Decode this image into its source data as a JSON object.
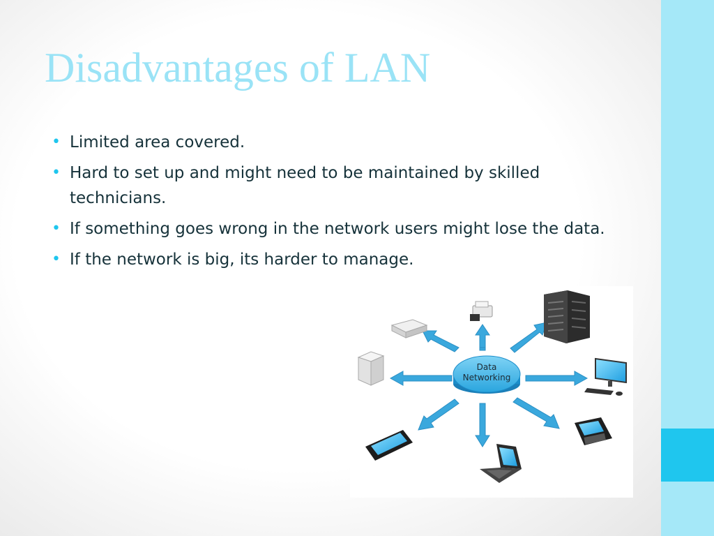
{
  "slide": {
    "title": "Disadvantages of LAN",
    "bullets": [
      "Limited area covered.",
      "Hard to set up and might need to be maintained by skilled technicians.",
      "If something goes wrong in the network users might lose the data.",
      "If the network is big, its harder to manage."
    ],
    "bullet_glyph": "•"
  },
  "figure": {
    "hub_line1": "Data",
    "hub_line2": "Networking",
    "devices": [
      "printer",
      "server-rack",
      "router",
      "nas-box",
      "desktop-monitor",
      "smartphone",
      "laptop",
      "blackberry-phone"
    ]
  },
  "colors": {
    "title": "#9ae3f6",
    "accent": "#1fc6ee",
    "side_bar": "#a5e8f8",
    "body_text": "#16323a",
    "arrow": "#3aa8dd",
    "hub": "#2aa5de"
  }
}
